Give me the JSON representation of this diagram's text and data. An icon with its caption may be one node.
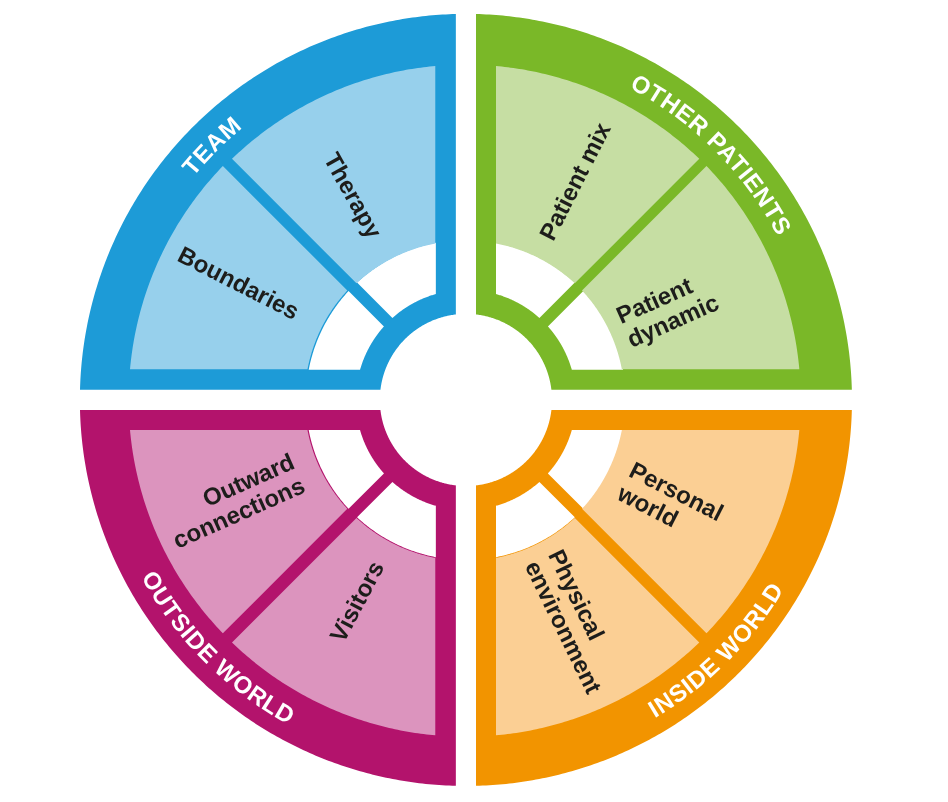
{
  "diagram": {
    "nodes": [
      {
        "text": [
          "TEAM"
        ]
      },
      {
        "text": [
          "Therapy"
        ],
        "in": 0
      },
      {
        "text": [
          "Boundaries"
        ],
        "in": 0
      },
      {
        "text": [
          "OTHER PATIENTS"
        ]
      },
      {
        "text": [
          "Patient mix"
        ],
        "in": 3
      },
      {
        "text": [
          "Patient dynamic"
        ],
        "in": 3
      },
      {
        "text": [
          "OUTSIDE WORLD"
        ]
      },
      {
        "text": [
          "Outward connections"
        ],
        "in": 6
      },
      {
        "text": [
          "Visitors"
        ],
        "in": 6
      },
      {
        "text": [
          "INSIDE WORLD"
        ]
      },
      {
        "text": [
          "Personal world"
        ],
        "in": 9
      },
      {
        "text": [
          "Physical environment"
        ],
        "in": 9
      }
    ]
  }
}
